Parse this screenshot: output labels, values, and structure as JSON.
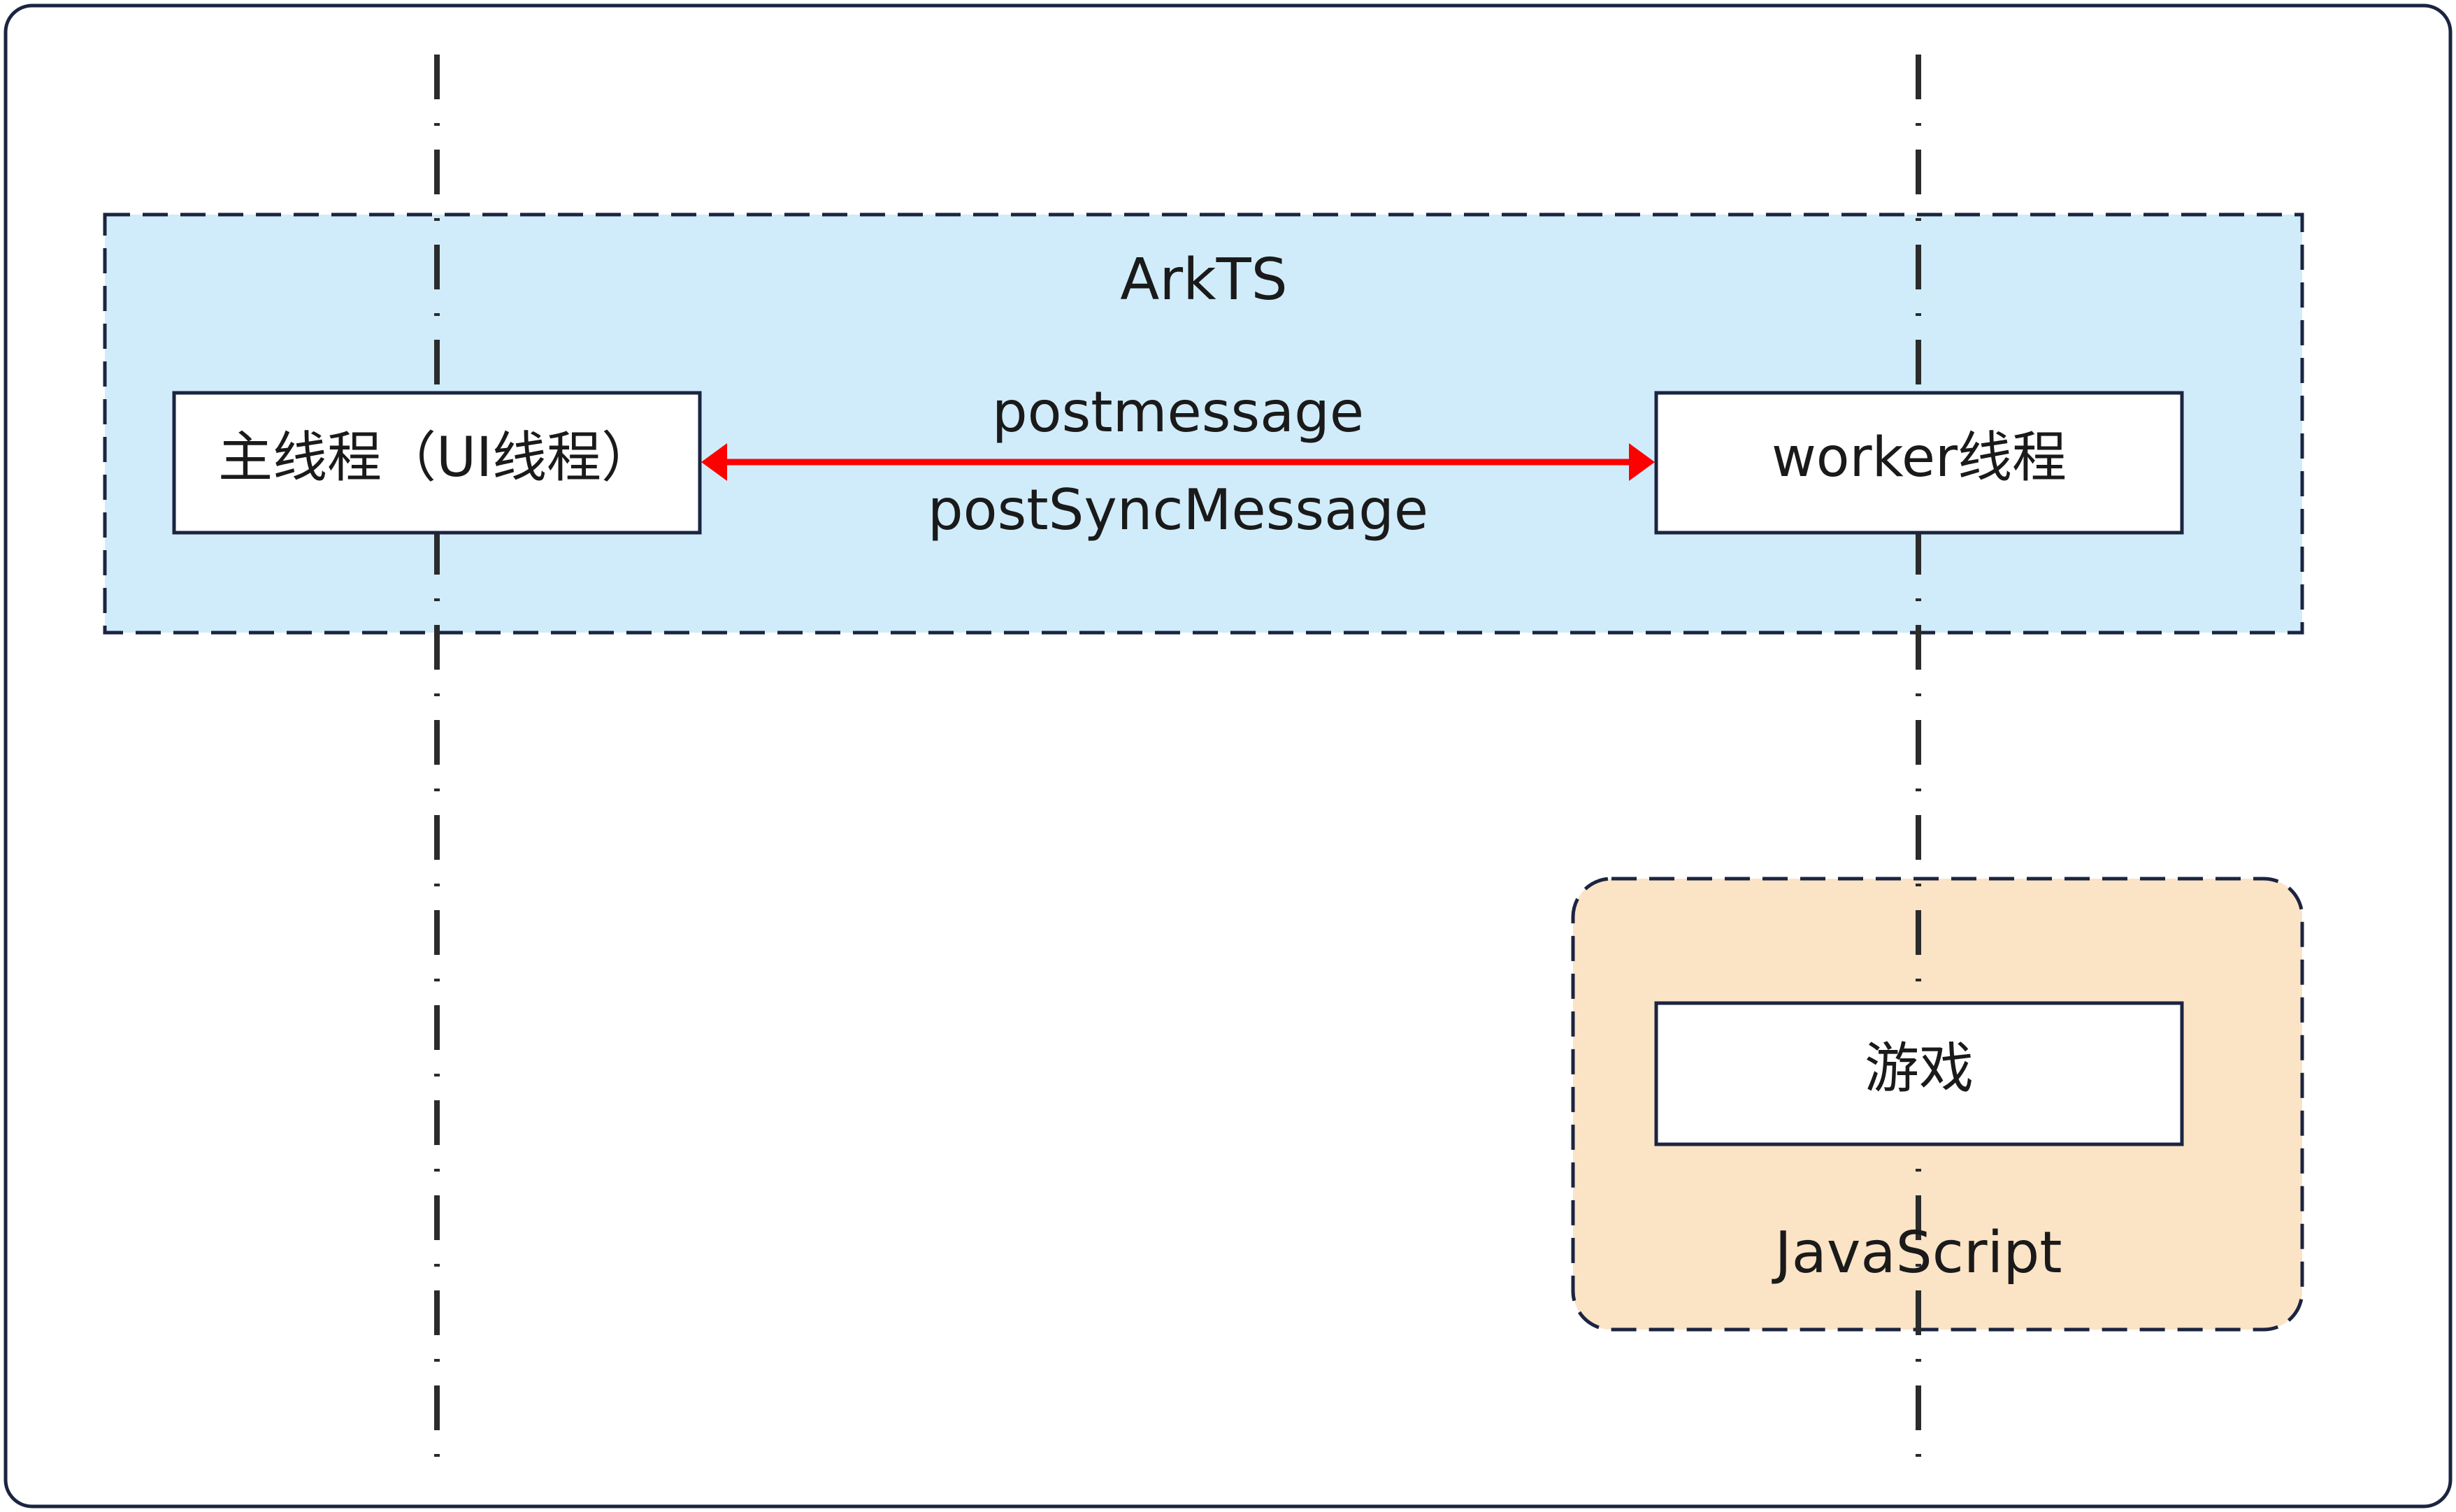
{
  "diagram": {
    "regions": {
      "arkts": {
        "title": "ArkTS",
        "fill": "#d0ecfa"
      },
      "javascript": {
        "title": "JavaScript",
        "fill": "#fbe3c6"
      }
    },
    "nodes": {
      "main_thread": {
        "label": "主线程（UI线程）"
      },
      "worker_thread": {
        "label": "worker线程"
      },
      "game": {
        "label": "游戏"
      }
    },
    "edge": {
      "label_top": "postmessage",
      "label_bottom": "postSyncMessage",
      "direction": "bidirectional",
      "color": "#ff0000"
    },
    "colors": {
      "border": "#1b2440",
      "lifeline": "#2b2b2b"
    }
  }
}
